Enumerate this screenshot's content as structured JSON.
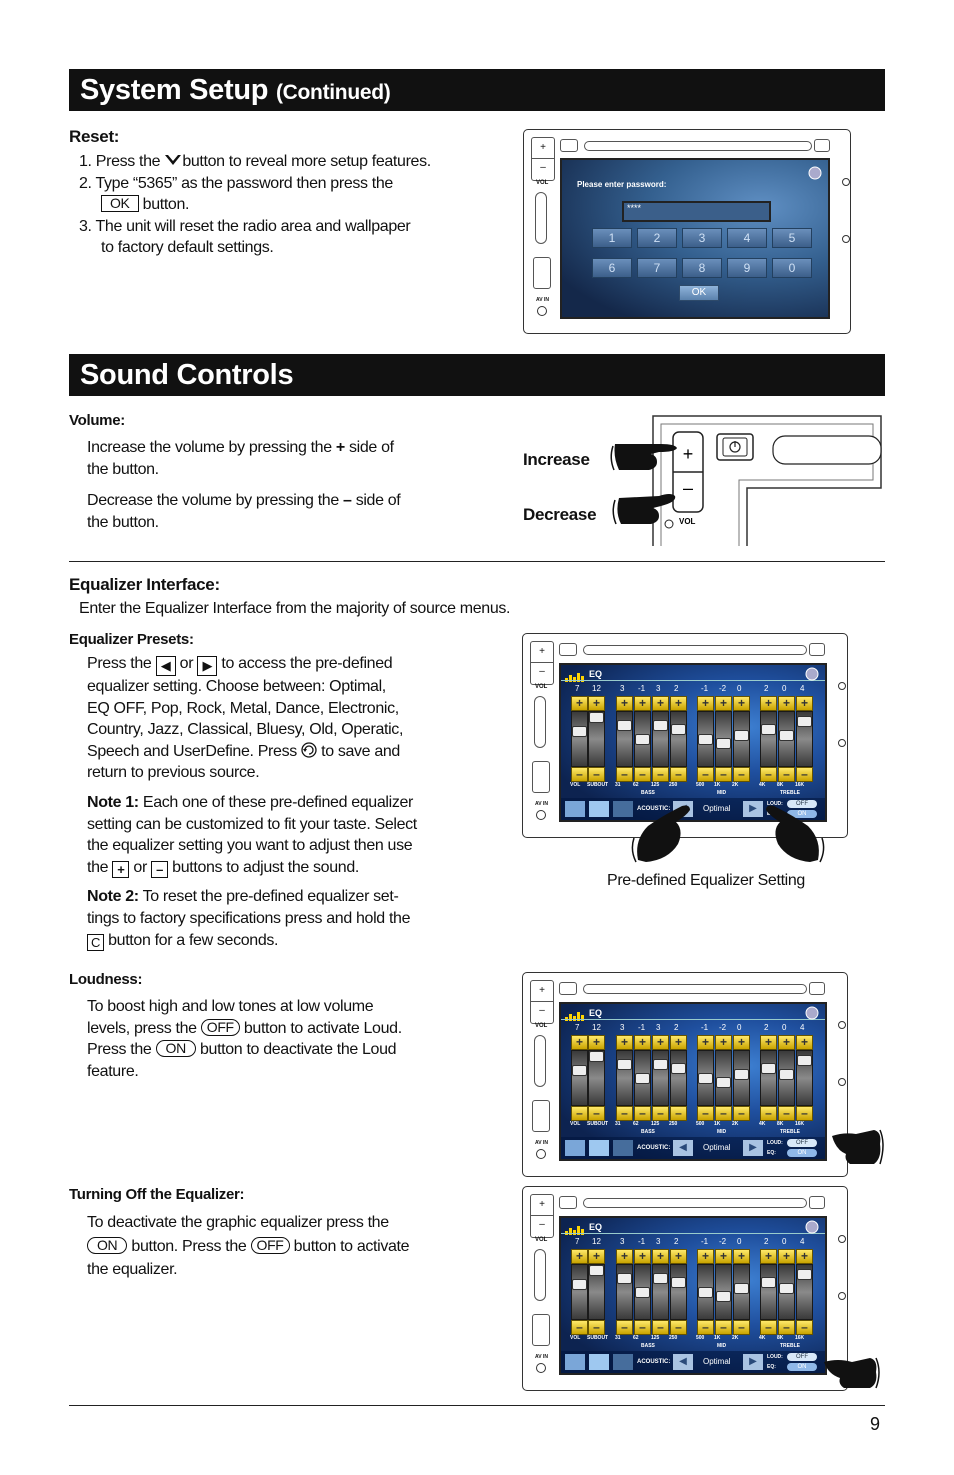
{
  "system_setup": {
    "title": "System Setup",
    "title_suffix": "(Continued)",
    "reset": {
      "heading": "Reset:",
      "step1_num": "1.",
      "step1_a": "Press the",
      "step1_b": "button to reveal more setup features.",
      "step2_num": "2.",
      "step2_a": "Type “5365” as the password then press the",
      "step2_ok": "OK",
      "step2_b": "button.",
      "step3_num": "3.",
      "step3_a": "The unit will reset the radio area and wallpaper",
      "step3_b": "to factory default settings."
    },
    "password_screen": {
      "prompt": "Please enter password:",
      "entry": "****",
      "keys_row1": [
        "1",
        "2",
        "3",
        "4",
        "5"
      ],
      "keys_row2": [
        "6",
        "7",
        "8",
        "9",
        "0"
      ],
      "ok_label": "OK"
    }
  },
  "sound_controls": {
    "title": "Sound Controls",
    "volume": {
      "heading": "Volume:",
      "inc_a": "Increase the volume by pressing the",
      "inc_sym": "+",
      "inc_b": "side of",
      "inc_c": "the button.",
      "dec_a": "Decrease the volume by pressing the",
      "dec_sym": "–",
      "dec_b": "side of",
      "dec_c": "the button.",
      "label_increase": "Increase",
      "label_decrease": "Decrease",
      "vol_label": "VOL"
    },
    "equalizer": {
      "heading": "Equalizer Interface:",
      "intro": "Enter the Equalizer Interface from the majority of source menus.",
      "presets_heading": "Equalizer Presets:",
      "presets_l1a": "Press the",
      "presets_l1b": "or",
      "presets_l1c": "to access the pre-defined",
      "presets_l2": "equalizer setting. Choose between: Optimal,",
      "presets_l3": "EQ OFF, Pop, Rock, Metal, Dance, Electronic,",
      "presets_l4": "Country, Jazz, Classical, Bluesy, Old, Operatic,",
      "presets_l5a": "Speech and UserDefine. Press",
      "presets_l5b": "to save and",
      "presets_l6": "return to previous source.",
      "note1_label": "Note 1:",
      "note1_l1": "Each one of these pre-defined equalizer",
      "note1_l2": "setting can be customized to fit your taste. Select",
      "note1_l3": "the equalizer setting you want to adjust then use",
      "note1_l4a": "the",
      "note1_l4b": "or",
      "note1_l4c": "buttons to adjust the sound.",
      "note2_label": "Note 2:",
      "note2_l1": "To reset the pre-defined equalizer set-",
      "note2_l2": "tings to factory specifications press and hold the",
      "note2_l3": "button for a few seconds.",
      "caption": "Pre-defined Equalizer Setting"
    },
    "loudness": {
      "heading": "Loudness:",
      "l1": "To boost high and low tones at low volume",
      "l2a": "levels, press the",
      "l2_off": "OFF",
      "l2b": "button to activate Loud.",
      "l3a": "Press the",
      "l3_on": "ON",
      "l3b": "button to deactivate the Loud",
      "l4": "feature."
    },
    "eq_off": {
      "heading": "Turning Off the Equalizer:",
      "l1": "To deactivate the graphic equalizer press the",
      "l2_on": "ON",
      "l2a": "button. Press the",
      "l2_off": "OFF",
      "l2b": "button to activate",
      "l3": "the equalizer."
    }
  },
  "eq_screen": {
    "title": "EQ",
    "values": [
      "7",
      "12",
      "3",
      "-1",
      "3",
      "2",
      "-1",
      "-2",
      "0",
      "2",
      "0",
      "4"
    ],
    "bands": [
      "VOL",
      "SUBOUT",
      "31",
      "62",
      "125",
      "250",
      "500",
      "1K",
      "2K",
      "4K",
      "8K",
      "16K"
    ],
    "group_bass": "BASS",
    "group_mid": "MID",
    "group_treble": "TREBLE",
    "acoustic": "ACOUSTIC:",
    "preset": "Optimal",
    "loud": "LOUD:",
    "eq": "EQ:",
    "off": "OFF",
    "on": "ON",
    "vol": "VOL",
    "av_in": "AV IN"
  },
  "page_number": "9"
}
